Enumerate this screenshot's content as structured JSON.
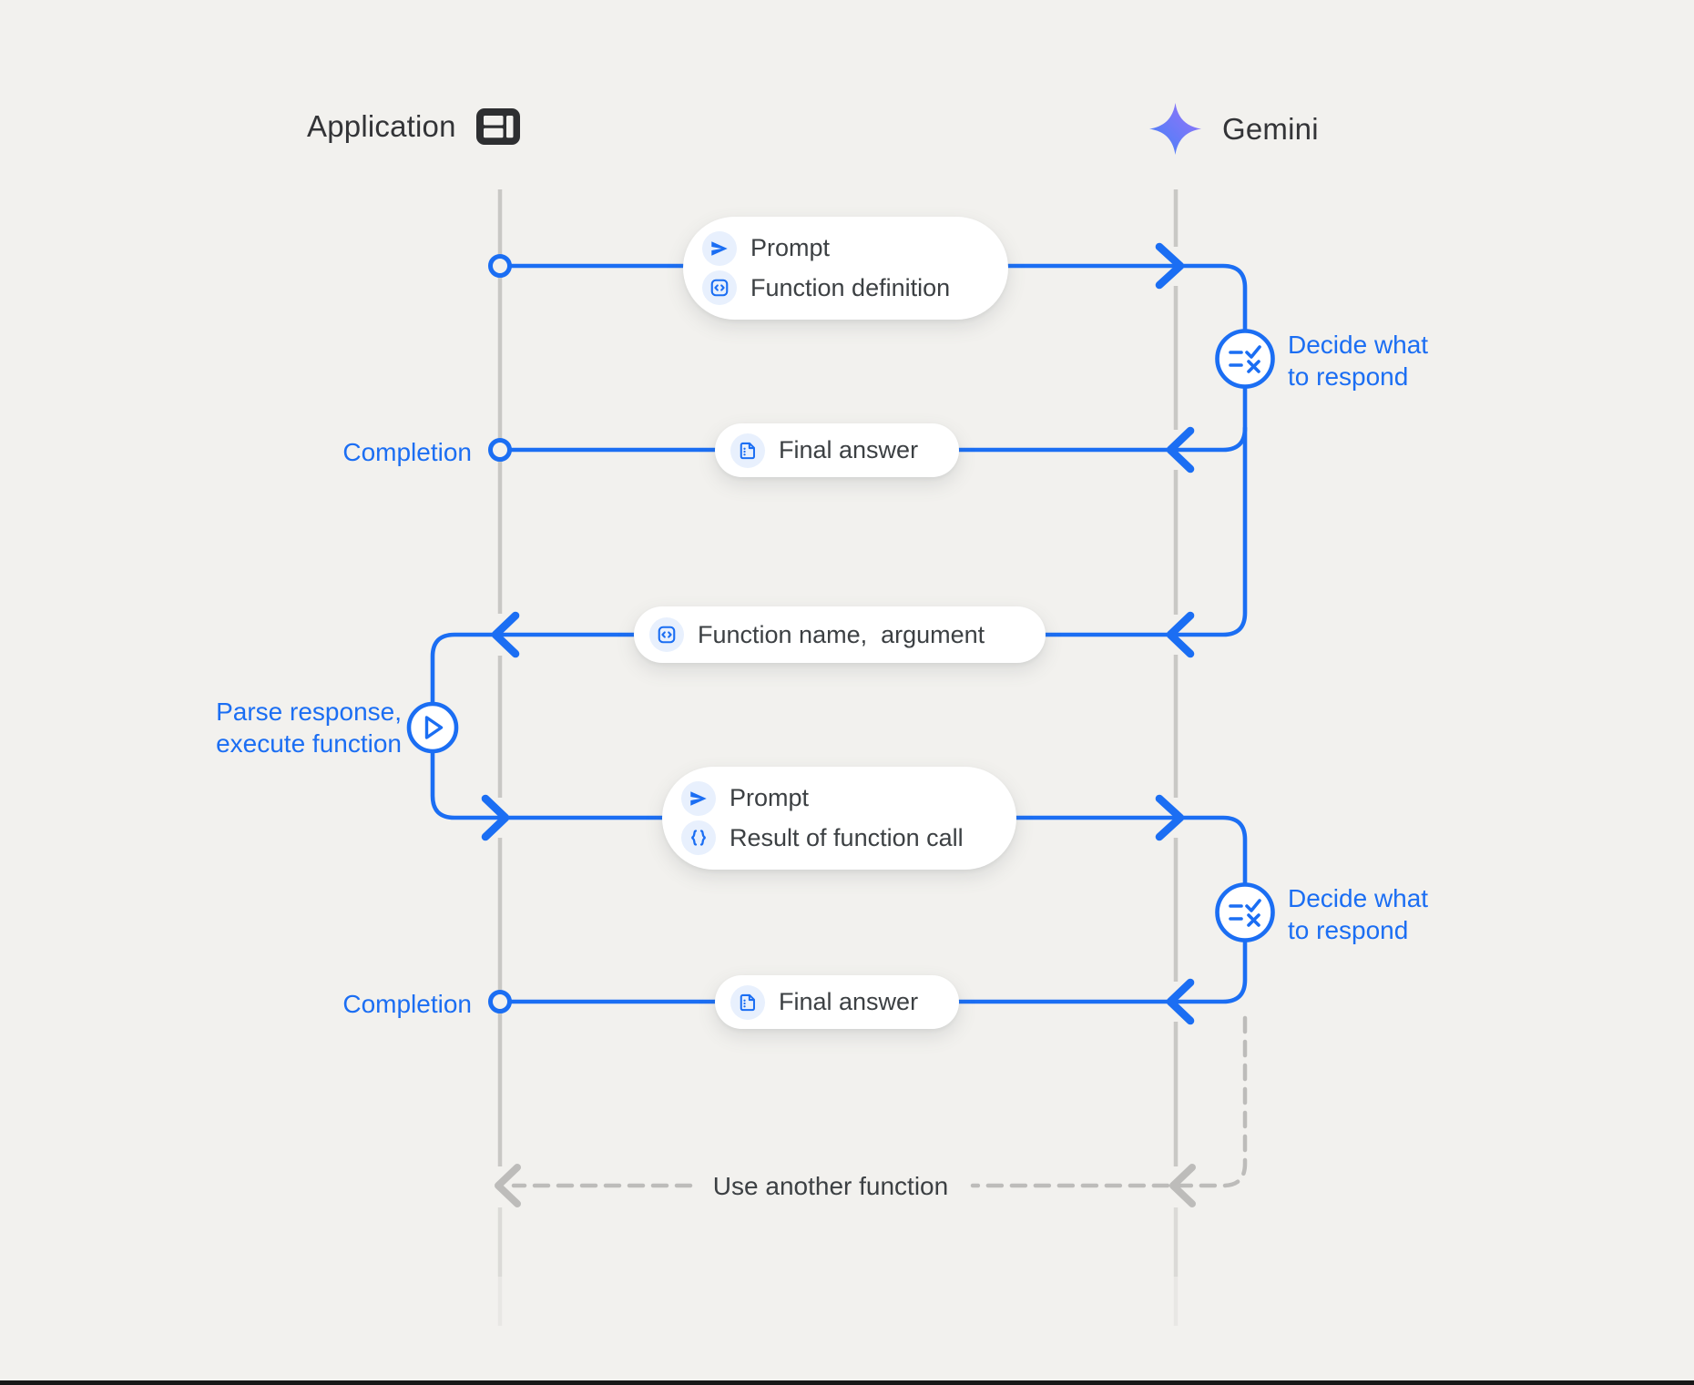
{
  "colors": {
    "background": "#F2F1EE",
    "accent_blue": "#1B6EF3",
    "dark_text": "#3C4043",
    "lifeline_gray": "#C9C8C5",
    "dashed_gray": "#BDBCBA",
    "pill_background": "#FFFFFF",
    "icon_chip_background": "#E8F0FD",
    "gemini_gradient_start": "#4285F4",
    "gemini_gradient_end": "#9B72F9"
  },
  "header": {
    "application_label": "Application",
    "gemini_label": "Gemini"
  },
  "messages": {
    "prompt_function_definition": {
      "row1": "Prompt",
      "row2": "Function definition"
    },
    "final_answer_1": "Final answer",
    "function_name_argument": "Function name,  argument",
    "prompt_result": {
      "row1": "Prompt",
      "row2": "Result of function call"
    },
    "final_answer_2": "Final answer"
  },
  "annotations": {
    "completion_1": "Completion",
    "completion_2": "Completion",
    "decide_1_line1": "Decide what",
    "decide_1_line2": "to respond",
    "decide_2_line1": "Decide what",
    "decide_2_line2": "to respond",
    "parse_line1": "Parse response,",
    "parse_line2": "execute function",
    "use_another_function": "Use another function"
  },
  "icons": {
    "application": "app-window-icon",
    "gemini": "gemini-star-icon",
    "prompt": "send-icon",
    "function_definition": "code-box-icon",
    "final_answer": "document-icon",
    "function_name_argument": "code-box-icon",
    "result_of_function_call": "braces-icon",
    "decide": "rule-check-icon",
    "parse_execute": "play-circle-icon"
  }
}
